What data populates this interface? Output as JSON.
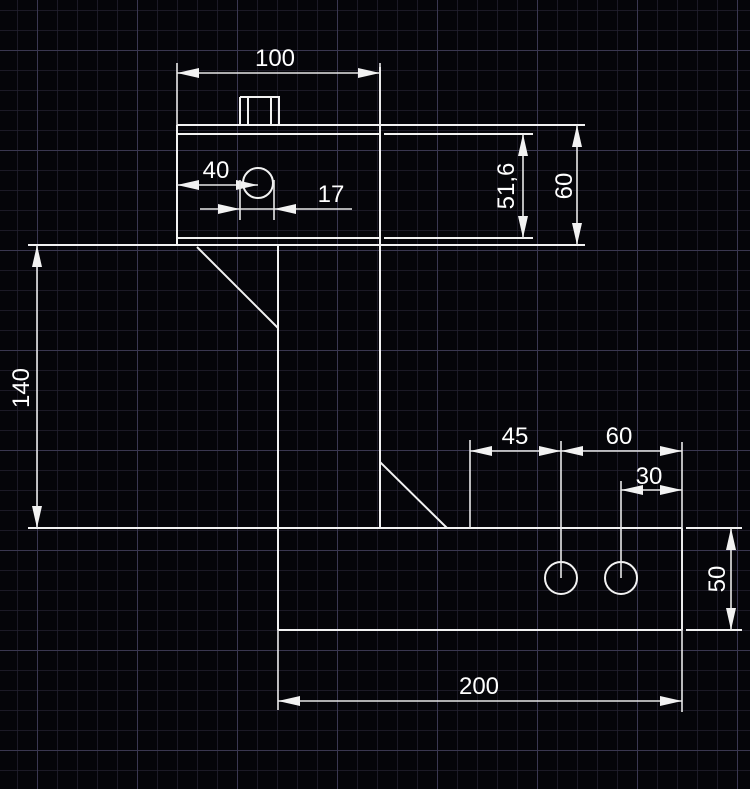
{
  "drawing": {
    "background_color": "#050509",
    "grid_minor_color": "#2a2838",
    "grid_major_color": "#3d3a52",
    "line_color": "#f2f2f2",
    "dimensions": {
      "top_width": "100",
      "hole_offset": "40",
      "hole_diameter": "17",
      "inner_height": "51,6",
      "top_height": "60",
      "web_height": "140",
      "hole1_offset": "45",
      "hole_span": "60",
      "hole2_offset": "30",
      "base_height": "50",
      "base_width": "200"
    }
  }
}
